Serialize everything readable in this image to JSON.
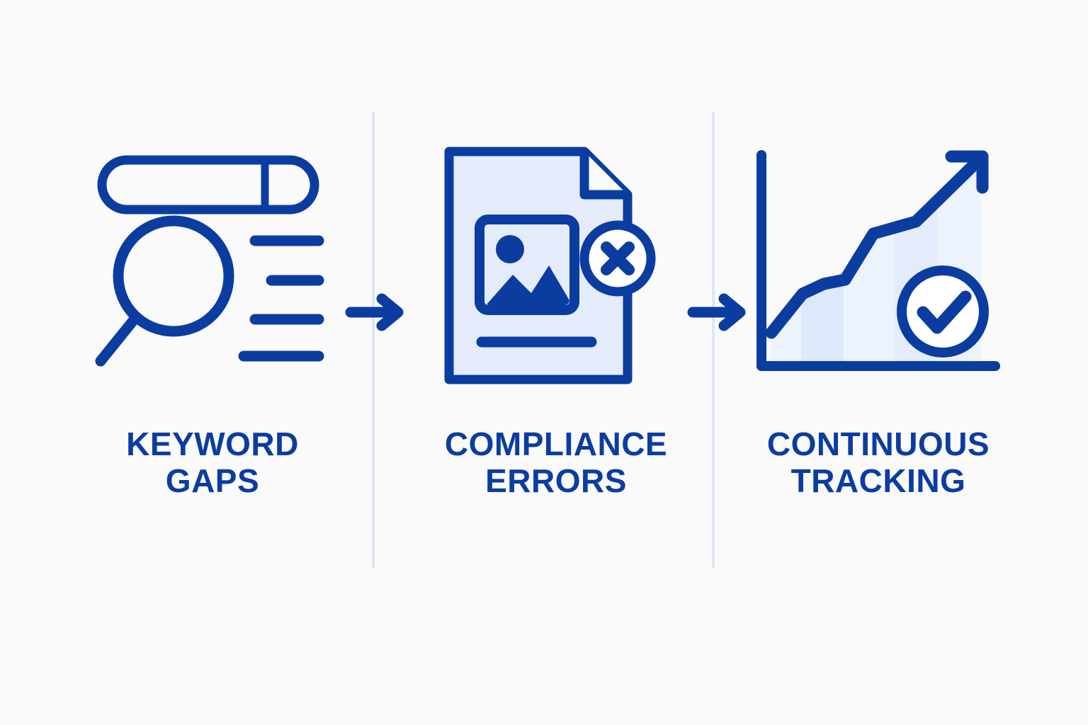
{
  "graphic": {
    "type": "three-step-process-infographic",
    "background_color": "#fafafa",
    "primary_color": "#0b3da0",
    "accent_fill_color": "#e4ecfb",
    "divider_color": "#dce7f8"
  },
  "steps": [
    {
      "index": 1,
      "label": "KEYWORD\nGAPS",
      "label_line1": "KEYWORD",
      "label_line2": "GAPS",
      "icon": "search-magnifier-with-results-icon"
    },
    {
      "index": 2,
      "label": "COMPLIANCE\nERRORS",
      "label_line1": "COMPLIANCE",
      "label_line2": "ERRORS",
      "icon": "document-image-error-icon"
    },
    {
      "index": 3,
      "label": "CONTINUOUS\nTRACKING",
      "label_line1": "CONTINUOUS",
      "label_line2": "TRACKING",
      "icon": "growth-chart-verified-icon"
    }
  ],
  "connectors": [
    {
      "index": 1,
      "icon": "arrow-right-icon",
      "from_step": 1,
      "to_step": 2
    },
    {
      "index": 2,
      "icon": "arrow-right-icon",
      "from_step": 2,
      "to_step": 3
    }
  ],
  "dividers": [
    {
      "index": 1,
      "icon": "vertical-divider"
    },
    {
      "index": 2,
      "icon": "vertical-divider"
    }
  ]
}
